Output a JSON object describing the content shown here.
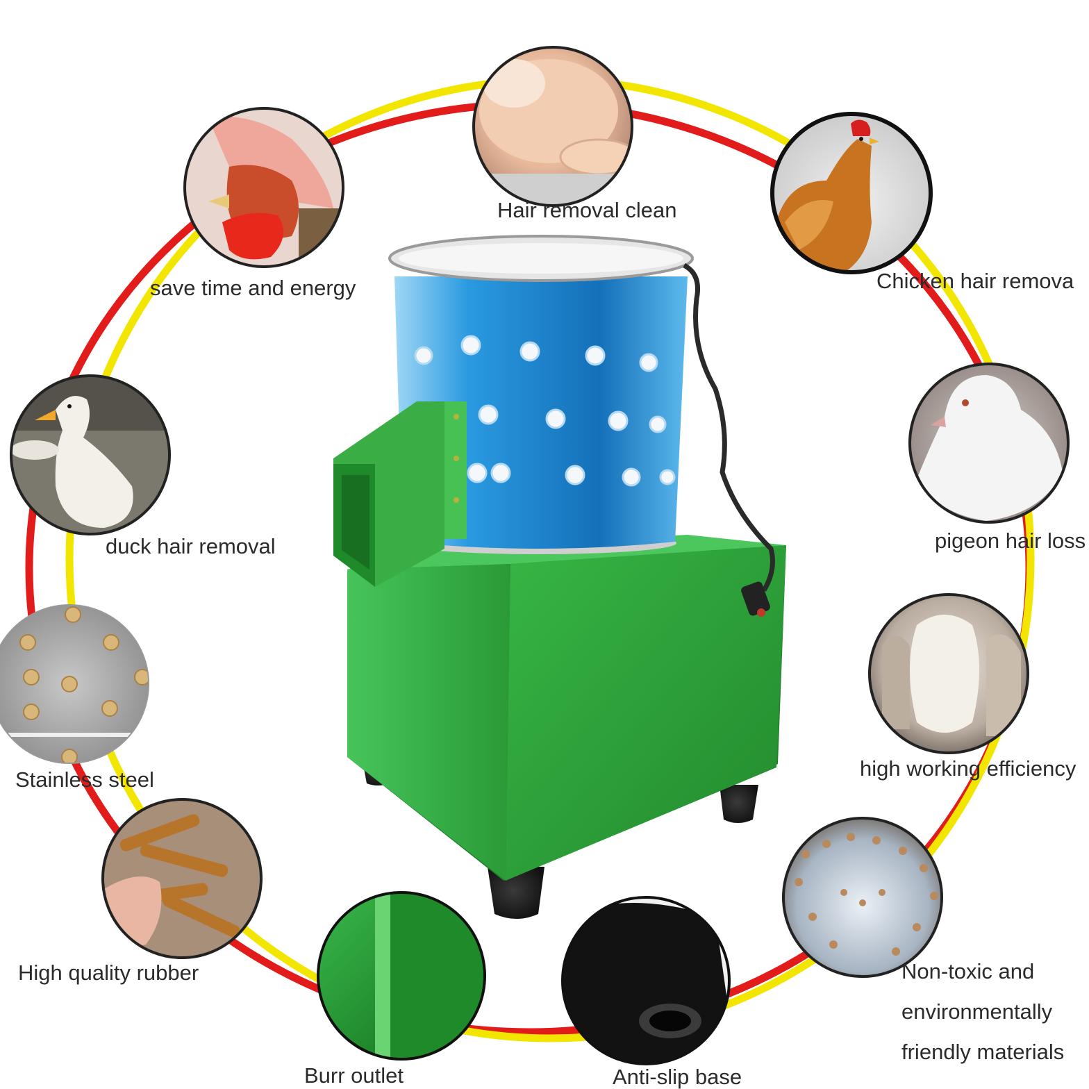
{
  "colors": {
    "ring_red": "#e21b1b",
    "ring_yellow": "#f2e600",
    "bucket_blue": "#1d8fd8",
    "machine_green": "#2faa3a",
    "feet": "#1a1a1a"
  },
  "product": {
    "name": "poultry plucker machine",
    "icons": [
      "bucket-icon",
      "chute-icon",
      "power-switch-icon",
      "rubber-foot-icon"
    ]
  },
  "features": {
    "hair_removal_clean": "Hair removal clean",
    "chicken": "Chicken hair remova",
    "save_time": "save time and energy",
    "duck": "duck hair removal",
    "pigeon": "pigeon hair loss",
    "stainless": "Stainless steel",
    "efficiency": "high working efficiency",
    "rubber": "High quality rubber",
    "nontoxic": [
      "Non-toxic and",
      "environmentally",
      "friendly materials"
    ],
    "burr": "Burr outlet",
    "antislip": "Anti-slip base"
  }
}
